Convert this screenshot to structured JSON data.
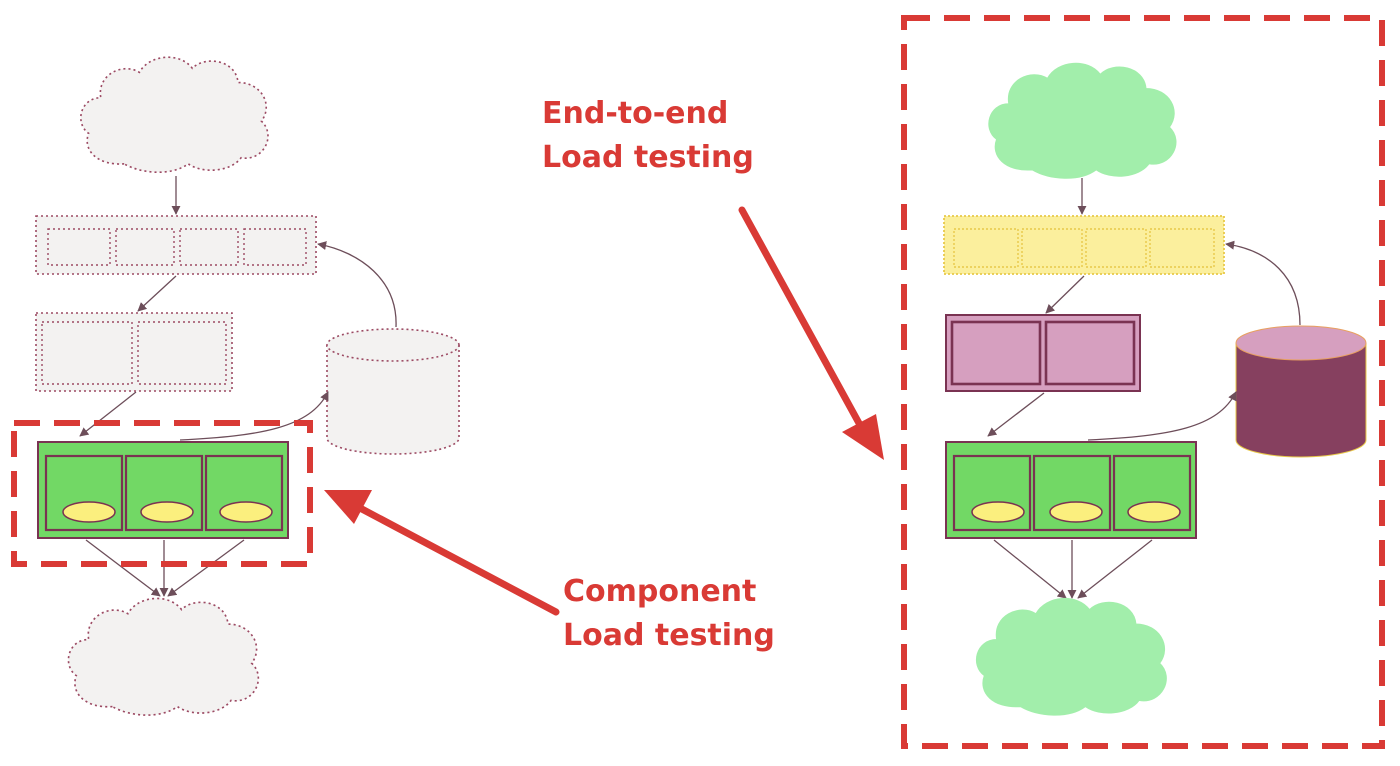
{
  "labels": {
    "end_to_end": {
      "line1": "End-to-end",
      "line2": "Load testing"
    },
    "component": {
      "line1": "Component",
      "line2": "Load testing"
    }
  },
  "colors": {
    "accent_red": "#d93a35",
    "faded_fill": "#f3f2f1",
    "faded_stroke": "#9c4a63",
    "cloud_green": "#a2eeab",
    "yellow_fill": "#fbef9d",
    "yellow_stroke": "#e8c94a",
    "pink_fill": "#d69fbf",
    "dark_plum": "#7a3352",
    "database_plum": "#86405f",
    "green_fill": "#72d865",
    "token_yellow": "#fbef7e",
    "connector": "#6d4e5a"
  },
  "icons": [
    "cloud-icon",
    "database-icon"
  ]
}
